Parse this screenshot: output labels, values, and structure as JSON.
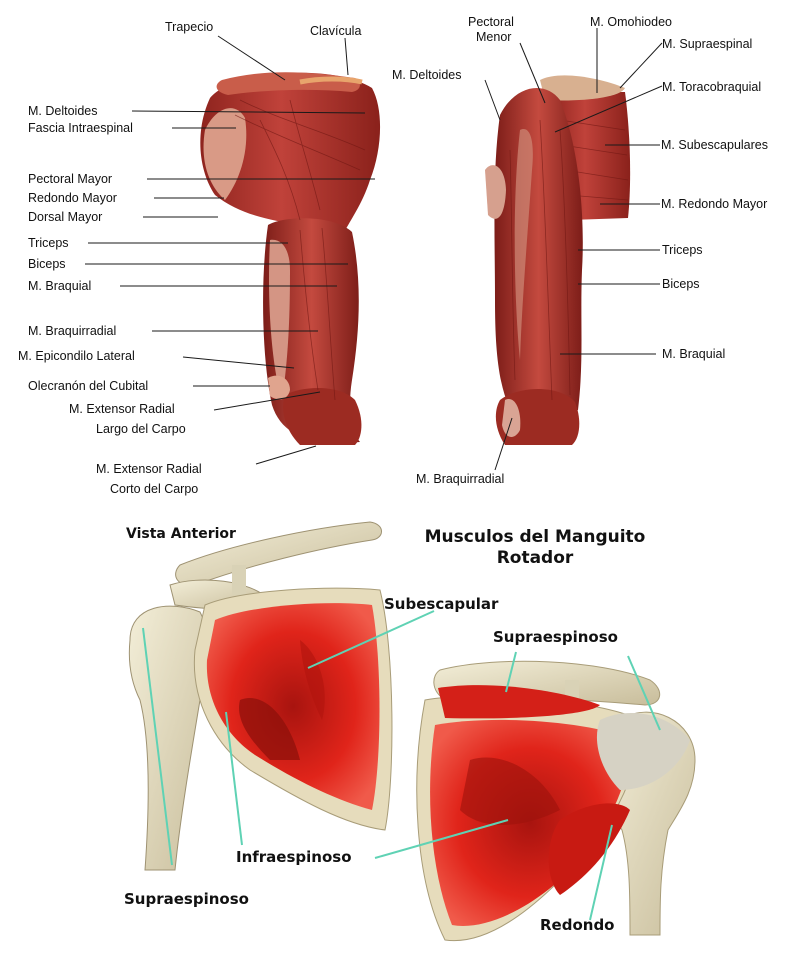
{
  "top_left_labels": {
    "trapecio": "Trapecio",
    "clavicula": "Clavícula",
    "deltoides": "M. Deltoides",
    "fascia": "Fascia Intraespinal",
    "pectoral_mayor": "Pectoral Mayor",
    "redondo_mayor": "Redondo Mayor",
    "dorsal_mayor": "Dorsal Mayor",
    "triceps": "Triceps",
    "biceps": "Biceps",
    "braquial": "M. Braquial",
    "braquirradial": "M. Braquirradial",
    "epicondilo": "M. Epicondilo Lateral",
    "olecranon": "Olecranón del Cubital",
    "ext_largo_1": "M. Extensor Radial",
    "ext_largo_2": "Largo del Carpo",
    "ext_corto_1": "M. Extensor Radial",
    "ext_corto_2": "Corto del Carpo"
  },
  "top_right_labels": {
    "pectoral_menor_1": "Pectoral",
    "pectoral_menor_2": "Menor",
    "omohiodeo": "M. Omohiodeo",
    "supraespinal": "M. Supraespinal",
    "deltoides": "M. Deltoides",
    "toracobraquial": "M. Toracobraquial",
    "subescapulares": "M. Subescapulares",
    "redondo_mayor": "M. Redondo Mayor",
    "triceps": "Triceps",
    "biceps": "Biceps",
    "braquial": "M. Braquial",
    "braquirradial": "M. Braquirradial"
  },
  "bottom": {
    "vista_anterior": "Vista Anterior",
    "title_line1": "Musculos del Manguito",
    "title_line2": "Rotador",
    "subescapular": "Subescapular",
    "supraespinoso_right": "Supraespinoso",
    "infraespinoso": "Infraespinoso",
    "supraespinoso_left": "Supraespinoso",
    "redondo": "Redondo"
  },
  "colors": {
    "muscle": "#b8352e",
    "muscle_dark": "#7a1a16",
    "muscle_light": "#d2604f",
    "bone": "#ece6cc",
    "bone_shadow": "#c9bfa0",
    "bright_red": "#e01e16",
    "pointer_line": "#1a1a1a",
    "cyan_line": "#5fd2b4"
  }
}
